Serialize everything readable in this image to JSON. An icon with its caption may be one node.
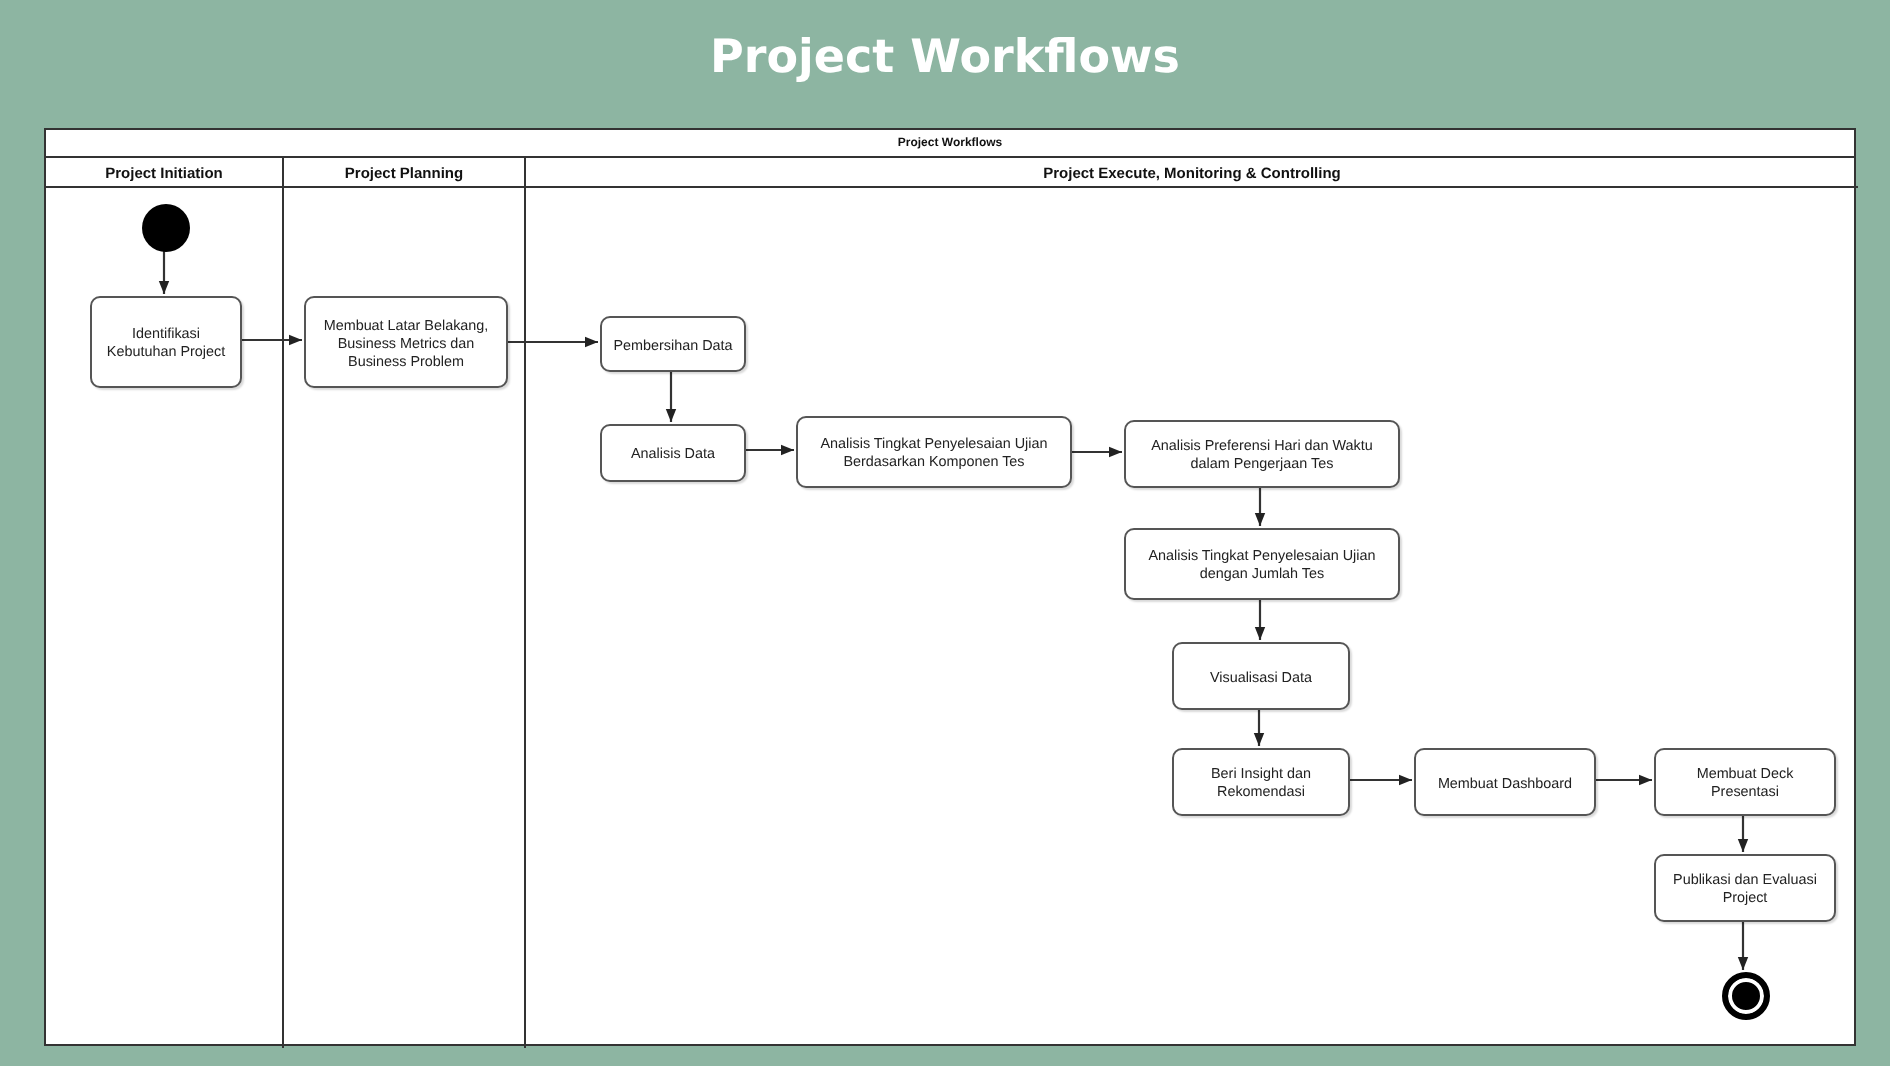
{
  "diagram": {
    "title": "Project Workflows",
    "nodes": [
      {
        "text": [
          "Project Workflows"
        ]
      },
      {
        "text": [
          "Project Initiation"
        ],
        "in": 0
      },
      {
        "text": [
          "Project Planning"
        ],
        "in": 0
      },
      {
        "text": [
          "Project Execute, Monitoring & Controlling"
        ],
        "in": 0
      },
      {
        "text": [],
        "shape": "circle",
        "in": 1
      },
      {
        "text": [
          "Identifikasi Kebutuhan Project"
        ],
        "in": 1
      },
      {
        "text": [
          "Membuat Latar Belakang, Business Metrics dan Business Problem"
        ],
        "in": 2
      },
      {
        "text": [
          "Pembersihan Data"
        ],
        "in": 3
      },
      {
        "text": [
          "Analisis Data"
        ],
        "in": 3
      },
      {
        "text": [
          "Analisis Tingkat Penyelesaian Ujian Berdasarkan Komponen Tes"
        ],
        "in": 3
      },
      {
        "text": [
          "Analisis Preferensi Hari dan Waktu dalam Pengerjaan Tes"
        ],
        "in": 3
      },
      {
        "text": [
          "Analisis Tingkat Penyelesaian Ujian dengan Jumlah Tes"
        ],
        "in": 3
      },
      {
        "text": [
          "Visualisasi Data"
        ],
        "in": 3
      },
      {
        "text": [
          "Beri Insight dan Rekomendasi"
        ],
        "in": 3
      },
      {
        "text": [
          "Membuat Dashboard"
        ],
        "in": 3
      },
      {
        "text": [
          "Membuat Deck Presentasi"
        ],
        "in": 3
      },
      {
        "text": [
          "Publikasi dan Evaluasi Project"
        ],
        "in": 3
      },
      {
        "text": [],
        "shape": "bullseye",
        "in": 3
      }
    ],
    "edges": [
      {
        "from": 4,
        "to": 5,
        "arrow": "to"
      },
      {
        "from": 5,
        "to": 6,
        "arrow": "to"
      },
      {
        "from": 6,
        "to": 7,
        "arrow": "to"
      },
      {
        "from": 7,
        "to": 8,
        "arrow": "to"
      },
      {
        "from": 8,
        "to": 9,
        "arrow": "to"
      },
      {
        "from": 9,
        "to": 10,
        "arrow": "to"
      },
      {
        "from": 10,
        "to": 11,
        "arrow": "to"
      },
      {
        "from": 11,
        "to": 12,
        "arrow": "to"
      },
      {
        "from": 12,
        "to": 13,
        "arrow": "to"
      },
      {
        "from": 13,
        "to": 14,
        "arrow": "to"
      },
      {
        "from": 14,
        "to": 15,
        "arrow": "to"
      },
      {
        "from": 15,
        "to": 16,
        "arrow": "to"
      },
      {
        "from": 16,
        "to": 17,
        "arrow": "to"
      }
    ]
  }
}
